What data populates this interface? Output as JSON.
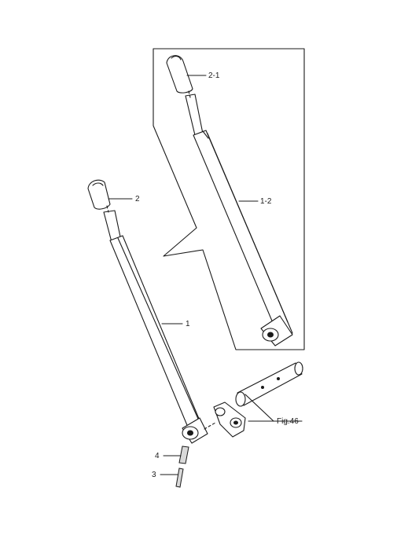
{
  "callouts": {
    "p2_1": "2-1",
    "p1_2": "1-2",
    "p2": "2",
    "p1": "1",
    "p4": "4",
    "p3": "3",
    "fig": "Fig.46"
  }
}
